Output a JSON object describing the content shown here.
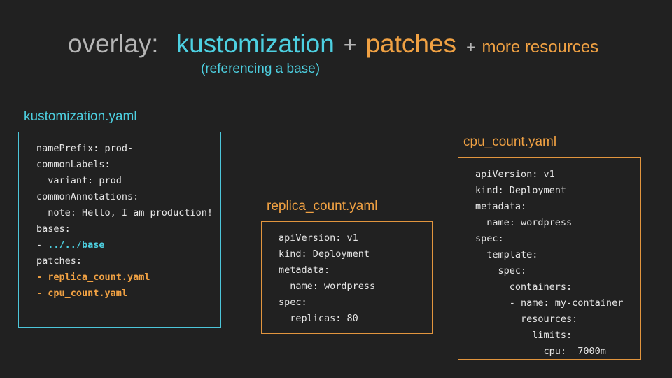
{
  "colors": {
    "background": "#212121",
    "cyan": "#4dd0e1",
    "orange": "#f0a143",
    "gray": "#b5b5b5",
    "code_text": "#e6e6e6"
  },
  "title": {
    "overlay_label": "overlay:",
    "kustomization_label": "kustomization",
    "plus_1": "+",
    "patches_label": "patches",
    "plus_2": "+",
    "more_resources_label": "more resources",
    "subtitle": "(referencing a base)"
  },
  "code_blocks": [
    {
      "label": "kustomization.yaml",
      "accent": "cyan",
      "lines": [
        "namePrefix: prod-",
        "commonLabels:",
        "  variant: prod",
        "commonAnnotations:",
        "  note: Hello, I am production!",
        "bases:",
        [
          {
            "t": "- "
          },
          {
            "t": "../../base",
            "c": "cyan",
            "b": true
          }
        ],
        "patches:",
        [
          {
            "t": "- replica_count.yaml",
            "c": "orange",
            "b": true
          }
        ],
        [
          {
            "t": "- cpu_count.yaml",
            "c": "orange",
            "b": true
          }
        ]
      ]
    },
    {
      "label": "replica_count.yaml",
      "accent": "orange",
      "lines": [
        "apiVersion: v1",
        "kind: Deployment",
        "metadata:",
        "  name: wordpress",
        "spec:",
        "  replicas: 80"
      ]
    },
    {
      "label": "cpu_count.yaml",
      "accent": "orange",
      "lines": [
        "apiVersion: v1",
        "kind: Deployment",
        "metadata:",
        "  name: wordpress",
        "spec:",
        "  template:",
        "    spec:",
        "      containers:",
        "      - name: my-container",
        "        resources:",
        "          limits:",
        "            cpu:  7000m"
      ]
    }
  ]
}
